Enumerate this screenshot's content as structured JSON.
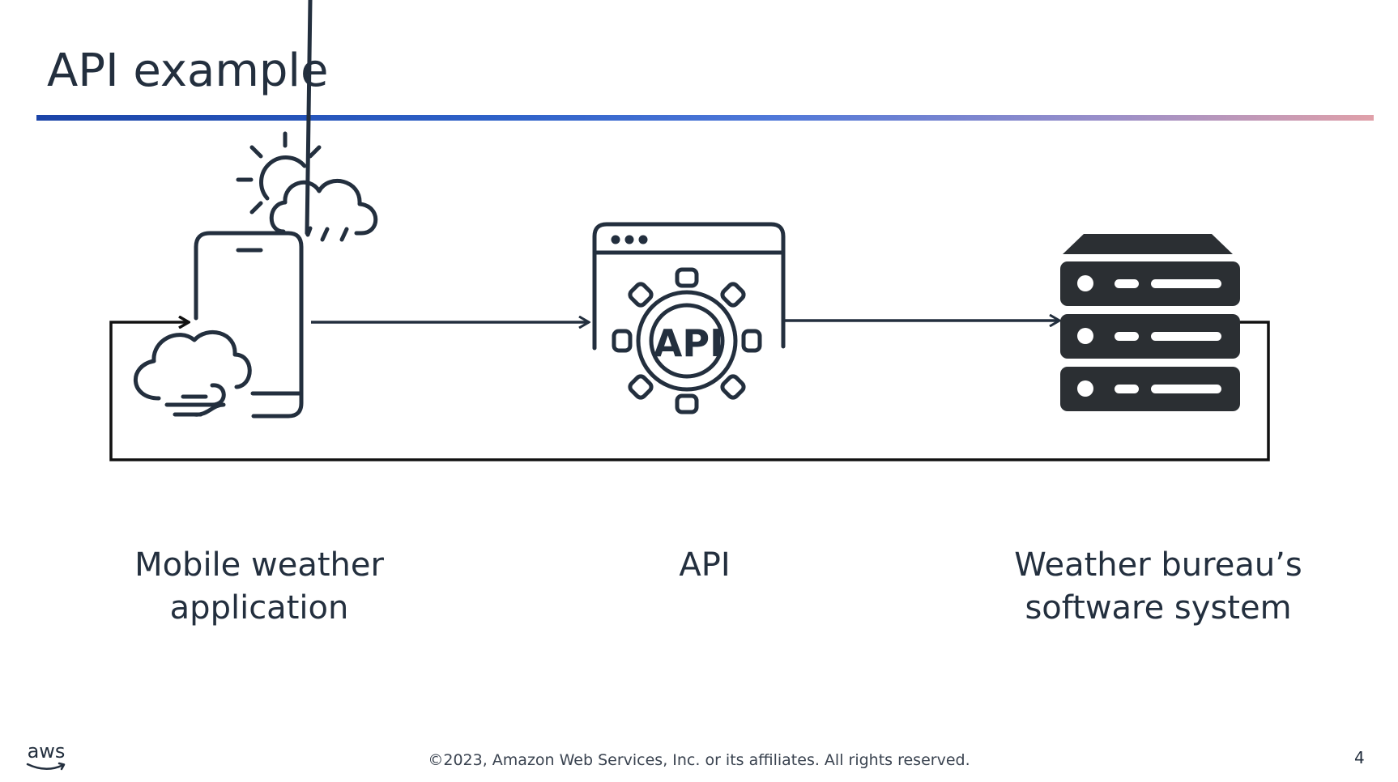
{
  "slide": {
    "title": "API example",
    "page_number": "4",
    "copyright": "©2023, Amazon Web Services, Inc. or its affiliates. All rights reserved.",
    "logo_text": "aws"
  },
  "diagram": {
    "nodes": [
      {
        "id": "mobile",
        "label": "Mobile weather\napplication",
        "icon": "phone-weather-icon"
      },
      {
        "id": "api",
        "label": "API",
        "icon": "api-gear-icon",
        "icon_text": "API"
      },
      {
        "id": "bureau",
        "label": "Weather bureau’s\nsoftware system",
        "icon": "server-stack-icon"
      }
    ],
    "edges": [
      {
        "from": "mobile",
        "to": "api"
      },
      {
        "from": "api",
        "to": "bureau"
      },
      {
        "from": "bureau",
        "to": "mobile",
        "style": "return-loop"
      }
    ],
    "colors": {
      "text": "#232f3e",
      "arrow": "#232f3e",
      "server": "#2b2f33"
    }
  }
}
